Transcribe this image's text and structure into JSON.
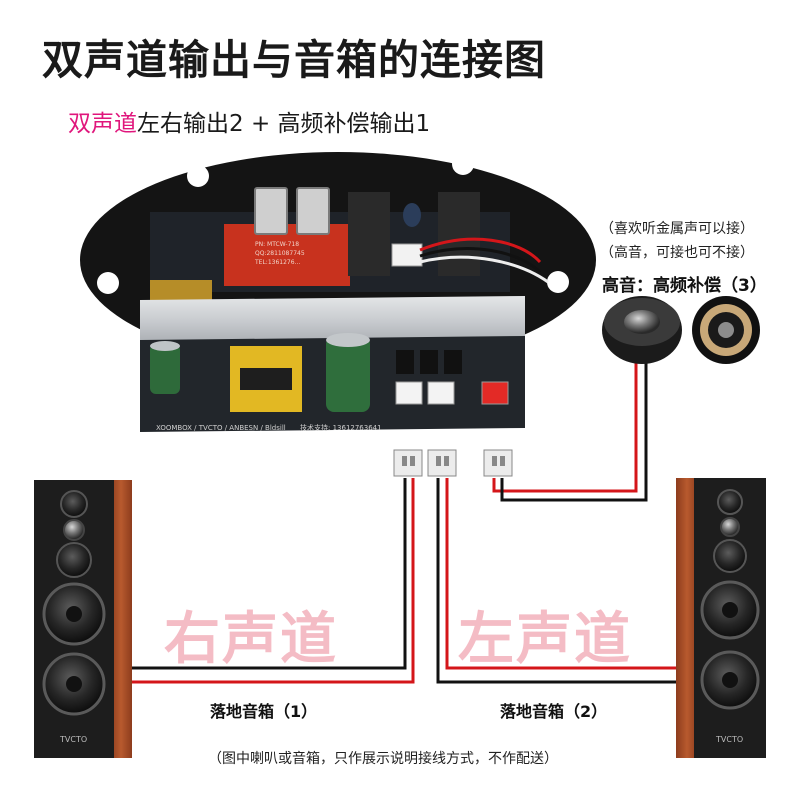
{
  "title": "双声道输出与音箱的连接图",
  "subtitle": {
    "highlight": "双声道",
    "rest": "左右输出2 + 高频补偿输出1"
  },
  "tweeter": {
    "note_line1": "（喜欢听金属声可以接）",
    "note_line2": "（高音，可接也可不接）",
    "label": "高音：高频补偿（3）"
  },
  "channels": {
    "right": "右声道",
    "left": "左声道"
  },
  "speakers": {
    "left_label": "落地音箱（1）",
    "right_label": "落地音箱（2）",
    "brand": "TVCTO"
  },
  "board": {
    "bottom_text": "XOOMBOX / TVCTO / ANBESN / Bldsill",
    "support_text": "技术支持: 13612763641",
    "red_pcb_line1": "PN: MTCW-718",
    "red_pcb_line2": "QQ:2811087745",
    "red_pcb_line3": "TEL:1361276..."
  },
  "disclaimer": "（图中喇叭或音箱，只作展示说明接线方式，不作配送）",
  "colors": {
    "highlight": "#e0167c",
    "channel_watermark": "#f3b1bc",
    "wire_red": "#d4161a",
    "wire_black": "#111111",
    "cabinet_wood": "#b2532b"
  }
}
